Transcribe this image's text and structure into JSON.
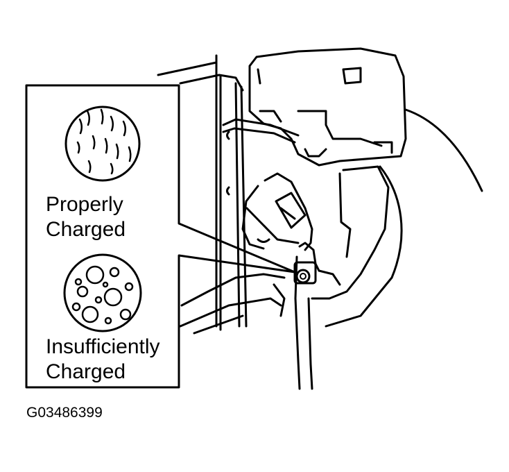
{
  "legend": {
    "proper_line1": "Properly",
    "proper_line2": "Charged",
    "insufficient_line1": "Insufficiently",
    "insufficient_line2": "Charged"
  },
  "figure_code": "G03486399",
  "colors": {
    "ink": "#000000",
    "paper": "#ffffff"
  }
}
